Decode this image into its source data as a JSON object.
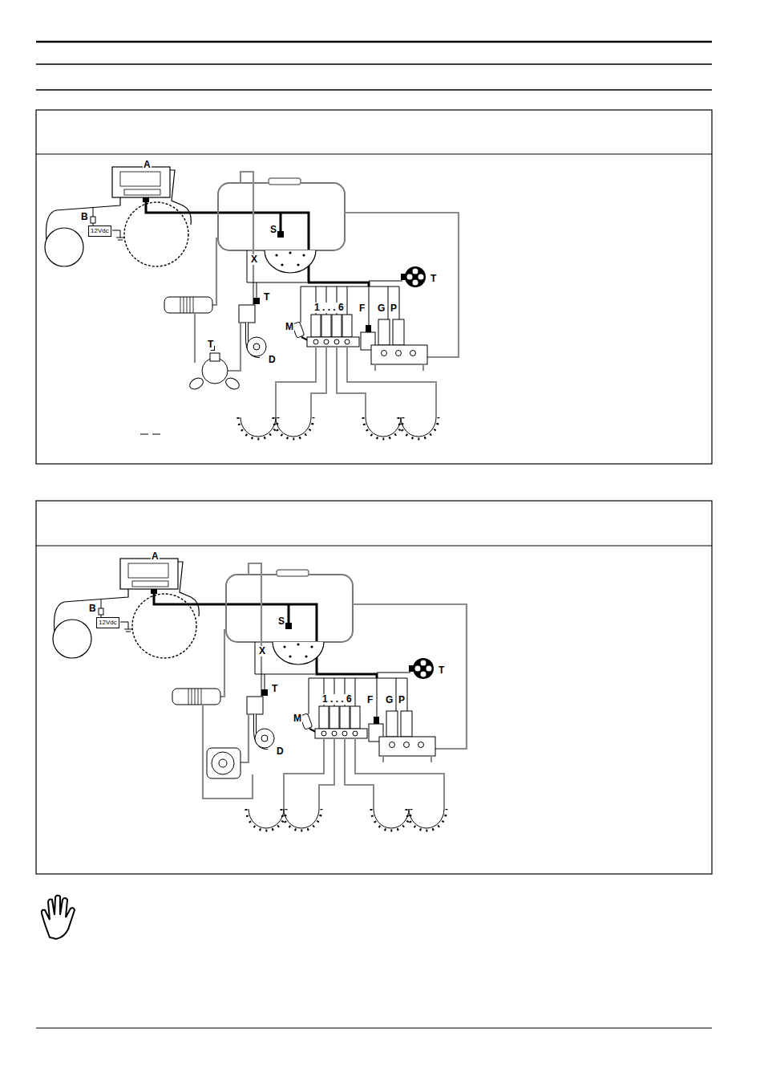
{
  "diagram": {
    "nodes": [
      {
        "text": [
          "12Vdc"
        ]
      },
      {
        "text": [
          "12Vdc"
        ]
      }
    ],
    "labels": [
      "A",
      "B",
      "S",
      "X",
      "T",
      "T",
      "M",
      "1 . . . 6",
      "F",
      "G",
      "P",
      "D",
      "T",
      "A",
      "B",
      "S",
      "X",
      "T",
      "T",
      "M",
      "1 . . . 6",
      "F",
      "G",
      "P",
      "D"
    ]
  }
}
